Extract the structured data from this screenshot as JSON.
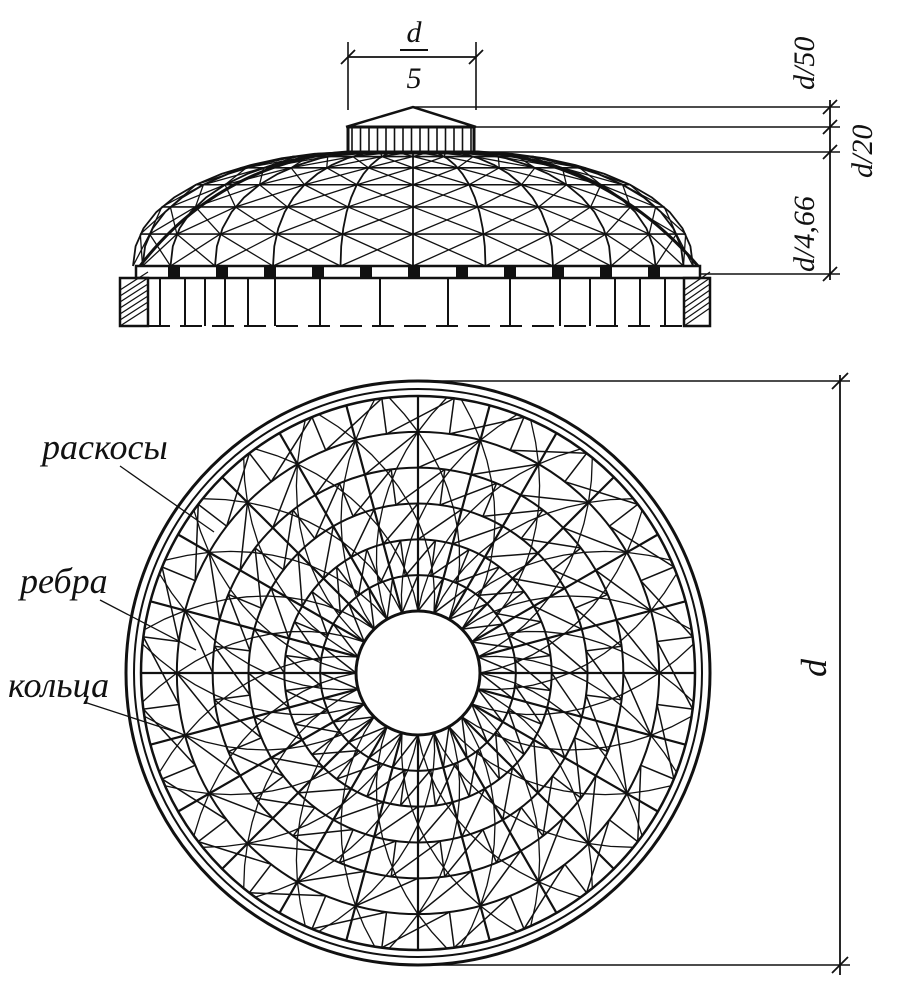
{
  "labels": {
    "braces": "раскосы",
    "ribs": "ребра",
    "rings": "кольца"
  },
  "dimensions": {
    "lantern_width_num": "d",
    "lantern_width_den": "5",
    "height_top": "d/50",
    "height_lantern": "d/20",
    "height_dome": "d/4,66",
    "diameter": "d"
  },
  "structure": {
    "rib_count": 24,
    "ring_count": 6,
    "ink_color": "#111111",
    "paper_color": "#ffffff"
  }
}
